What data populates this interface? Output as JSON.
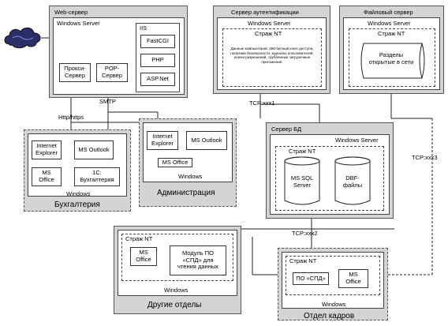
{
  "web_server": {
    "title": "Web-сервер",
    "os": "Windows Server",
    "iis": "IIS",
    "fastcgi": "FastCGI",
    "php": "PHP",
    "aspnet": "ASP.Net",
    "proxy": "Прокси-\nСервер",
    "pop": "POP-\nСервер"
  },
  "smtp": "SMTP",
  "http": "Http/https",
  "auth_server": {
    "title": "Сервер аутентификации",
    "os": "Windows Server",
    "guard": "Страж NT",
    "description": "Данные компьютеров: 256-битный ключ доступа, политики безопасности, журналы пользователей, ключи разрешений, трубленные загрузочные приложения."
  },
  "file_server": {
    "title": "Файловый сервер",
    "os": "Windows Server",
    "guard": "Страж NT",
    "storage": "Разделы\nоткрытые в сети"
  },
  "tcp1": "TCP:xxx1",
  "tcp2": "TCP:xxx2",
  "tcp3": "TCP:xxx3",
  "accounting": {
    "caption": "Бухгалтерия",
    "os": "Windows",
    "ie": "Internet\nExplorer",
    "outlook": "MS Outlook",
    "office": "MS\nOffice",
    "onec": "1С:\nБухгалтерия"
  },
  "admin": {
    "caption": "Администрация",
    "os": "Windows",
    "ie": "Internet\nExplorer",
    "outlook": "MS Outlook",
    "office": "MS Office"
  },
  "db_server": {
    "title": "Сервер БД",
    "os": "Windows Server",
    "guard": "Страж NT",
    "sql": "MS SQL\nServer",
    "dbf": "DBF-\nфайлы"
  },
  "other": {
    "caption": "Другие отделы",
    "os": "Windows",
    "guard": "Страж NT",
    "office": "MS\nOffice",
    "module": "Модуль ПО\n«СПД» для\nчтения данных"
  },
  "hr": {
    "caption": "Отдел кадров",
    "os": "Windows",
    "guard": "Страж NT",
    "spd": "ПО «СПД»",
    "office": "MS\nOffice"
  }
}
